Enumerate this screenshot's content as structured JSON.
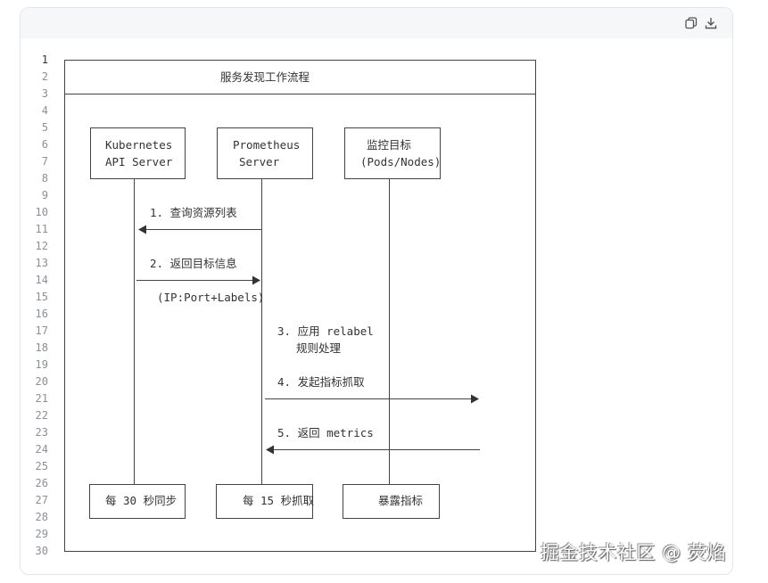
{
  "toolbar": {
    "copy_icon": "copy-icon",
    "download_icon": "download-icon"
  },
  "code": {
    "line_numbers": [
      "1",
      "2",
      "3",
      "4",
      "5",
      "6",
      "7",
      "8",
      "9",
      "10",
      "11",
      "12",
      "13",
      "14",
      "15",
      "16",
      "17",
      "18",
      "19",
      "20",
      "21",
      "22",
      "23",
      "24",
      "25",
      "26",
      "27",
      "28",
      "29",
      "30"
    ],
    "title": "服务发现工作流程",
    "boxes": {
      "k8s": [
        "Kubernetes",
        "API Server"
      ],
      "prom": [
        "Prometheus",
        "Server"
      ],
      "target": [
        "监控目标",
        "(Pods/Nodes)"
      ]
    },
    "steps": {
      "s1": "1. 查询资源列表",
      "s2": "2. 返回目标信息",
      "s2_note": "(IP:Port+Labels)",
      "s3a": "3. 应用 relabel",
      "s3b": "规则处理",
      "s4": "4. 发起指标抓取",
      "s5": "5. 返回 metrics"
    },
    "footers": {
      "k8s": "每 30 秒同步",
      "prom": "每 15 秒抓取",
      "target": "暴露指标"
    }
  },
  "watermark": "掘金技术社区 @ 荧焰"
}
